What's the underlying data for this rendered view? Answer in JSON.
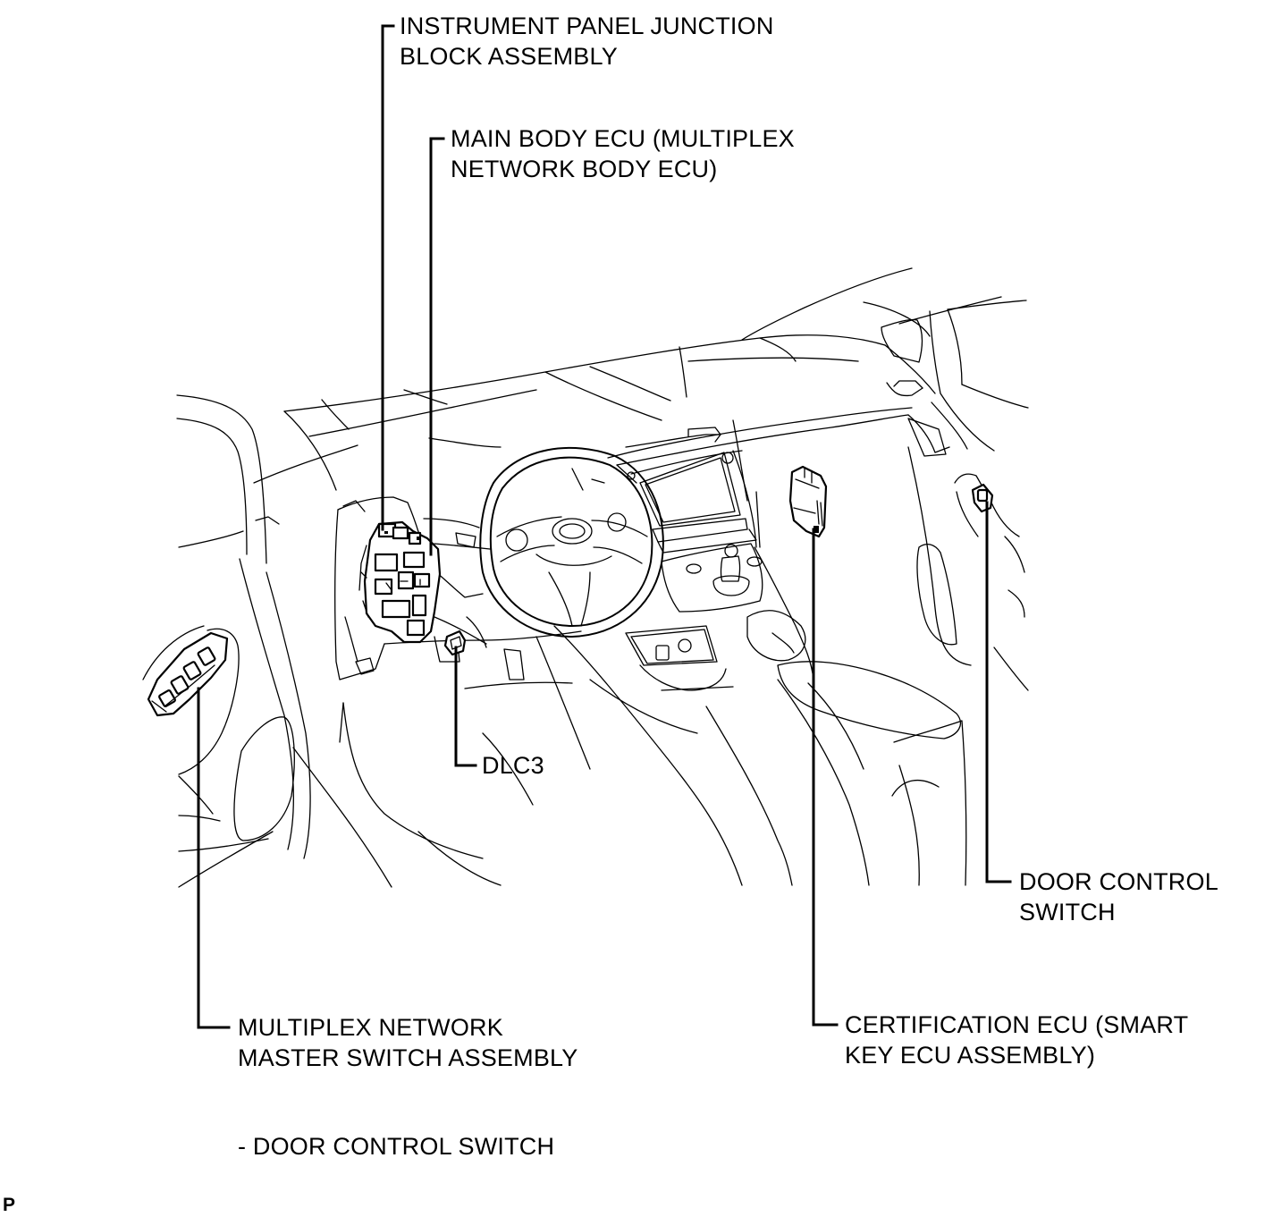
{
  "labels": {
    "ip_junction_block": {
      "line1": "INSTRUMENT PANEL JUNCTION",
      "line2": "BLOCK ASSEMBLY"
    },
    "main_body_ecu": {
      "line1": "MAIN BODY ECU (MULTIPLEX",
      "line2": "NETWORK BODY ECU)"
    },
    "dlc3": "DLC3",
    "door_control_switch": {
      "line1": "DOOR CONTROL",
      "line2": "SWITCH"
    },
    "master_switch": {
      "line1": "MULTIPLEX NETWORK",
      "line2": "MASTER SWITCH ASSEMBLY"
    },
    "certification_ecu": {
      "line1": "CERTIFICATION ECU (SMART",
      "line2": "KEY ECU ASSEMBLY)"
    }
  },
  "footnote": "- DOOR CONTROL SWITCH",
  "corner_mark": "P"
}
